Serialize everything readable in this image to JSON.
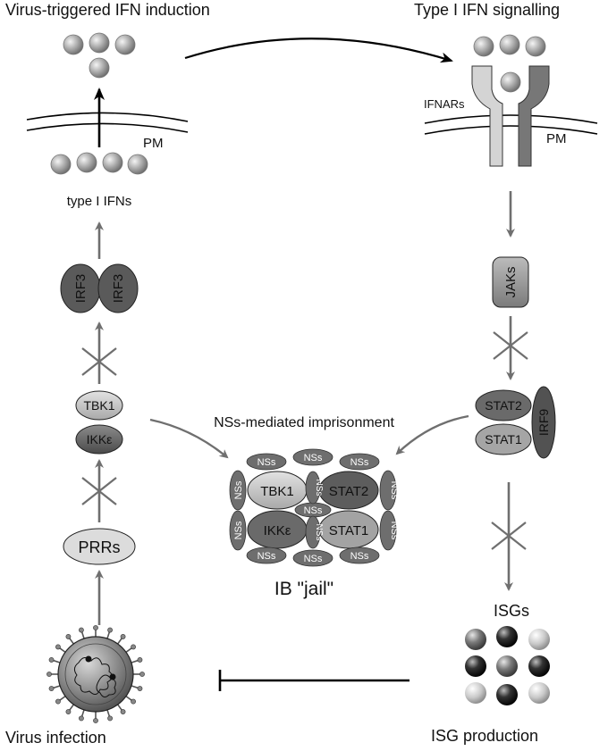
{
  "titles": {
    "left": "Virus-triggered IFN induction",
    "right": "Type I IFN signalling"
  },
  "membrane": {
    "left_label": "PM",
    "right_label": "PM",
    "receptor_label": "IFNARs"
  },
  "left_pathway": {
    "ifn_label": "type I IFNs",
    "irf3_a": "IRF3",
    "irf3_b": "IRF3",
    "tbk1": "TBK1",
    "ikke": "IKKε",
    "prrs": "PRRs",
    "virus_label": "Virus infection"
  },
  "right_pathway": {
    "jaks": "JAKs",
    "stat2": "STAT2",
    "stat1": "STAT1",
    "irf9": "IRF9",
    "isgs_label": "ISGs",
    "isg_production_label": "ISG  production"
  },
  "jail": {
    "caption": "NSs-mediated imprisonment",
    "label": "IB \"jail\"",
    "nss": "NSs",
    "tbk1": "TBK1",
    "stat2": "STAT2",
    "ikke": "IKKε",
    "stat1": "STAT1"
  },
  "colors": {
    "arrow": "#6f6f6f",
    "dark_protein": "#5a5a5a",
    "light_protein": "#c8c8c8",
    "medium_protein": "#9a9a9a",
    "nss_fill": "#6e6e6e"
  }
}
